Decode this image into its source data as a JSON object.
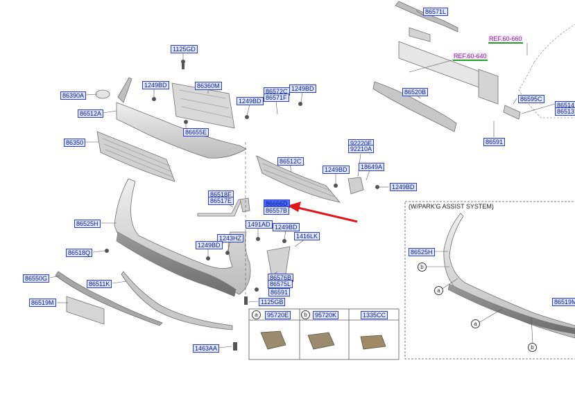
{
  "callouts": {
    "c86571L": "86571L",
    "ref6060": "REF.60-660",
    "ref6040": "REF.60-640",
    "c86520B": "86520B",
    "c86595C": "86595C",
    "c86514": "86514",
    "c86513": "86513",
    "c86591a": "86591",
    "c1125GD": "1125GD",
    "c86390A": "86390A",
    "c1249BDa": "1249BD",
    "c86360M": "86360M",
    "c86512A": "86512A",
    "c1249BDb": "1249BD",
    "c86572C": "86572C",
    "c86571F": "86571F",
    "c1249BDc": "1249BD",
    "c86655E": "86655E",
    "c86350": "86350",
    "c92220E": "92220E",
    "c92210A": "92210A",
    "c86512C": "86512C",
    "c1249BDd": "1249BD",
    "c18649A": "18649A",
    "c1249BDe": "1249BD",
    "c86518F": "86518F",
    "c86517E": "86517E",
    "c86666D": "86666D",
    "c86557B": "86557B",
    "c86525H": "86525H",
    "c1491AD": "1491AD",
    "c1249BDf": "1249BD",
    "c1243HZ": "1243HZ",
    "c1416LK": "1416LK",
    "c1249BDg": "1249BD",
    "c86518Q": "86518Q",
    "c86576B": "86576B",
    "c86575L": "86575L",
    "c86591b": "86591",
    "c86550G": "86550G",
    "c86511K": "86511K",
    "c1125GB": "1125GB",
    "c86519M": "86519M",
    "c1463AA": "1463AA",
    "c86525Hb": "86525H",
    "c86519Mb": "86519M"
  },
  "inset": {
    "title": "(W/PARK'G ASSIST SYSTEM)",
    "mark_a": "a",
    "mark_b": "b"
  },
  "legend": {
    "key_a": "a",
    "part_a": "95720E",
    "key_b": "b",
    "part_b": "95720K",
    "part_c": "1335CC"
  },
  "colors": {
    "callout_border": "#2b3bd6",
    "callout_fill": "#dfe6ff",
    "highlight_fill": "#4b6bff",
    "arrow": "#e0161b",
    "part_stroke": "#6f6f6f",
    "part_fill": "#dcdcdc"
  }
}
